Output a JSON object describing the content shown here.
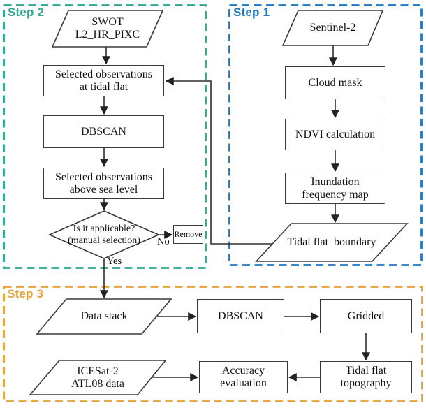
{
  "colors": {
    "step1": "#1e78c2",
    "step2": "#2ca88c",
    "step3": "#e6a33d"
  },
  "steps": {
    "step1": {
      "label": "Step 1"
    },
    "step2": {
      "label": "Step 2"
    },
    "step3": {
      "label": "Step 3"
    }
  },
  "nodes": {
    "swot": {
      "label": "SWOT\nL2_HR_PIXC",
      "shape": "parallelogram"
    },
    "selected_tidal": {
      "label": "Selected observations\nat tidal flat",
      "shape": "rect"
    },
    "dbscan_step2": {
      "label": "DBSCAN",
      "shape": "rect"
    },
    "selected_sea": {
      "label": "Selected observations\nabove sea level",
      "shape": "rect"
    },
    "applicable": {
      "label": "Is it applicable?\n(manual selection)",
      "shape": "diamond"
    },
    "remove": {
      "label": "Remove",
      "shape": "rect"
    },
    "sentinel": {
      "label": "Sentinel-2",
      "shape": "parallelogram"
    },
    "cloud_mask": {
      "label": "Cloud mask",
      "shape": "rect"
    },
    "ndvi": {
      "label": "NDVI calculation",
      "shape": "rect"
    },
    "inundation": {
      "label": "Inundation\nfrequency map",
      "shape": "rect"
    },
    "boundary": {
      "label": "Tidal flat  boundary",
      "shape": "parallelogram"
    },
    "data_stack": {
      "label": "Data stack",
      "shape": "parallelogram"
    },
    "dbscan_step3": {
      "label": "DBSCAN",
      "shape": "rect"
    },
    "gridded": {
      "label": "Gridded",
      "shape": "rect"
    },
    "topography": {
      "label": "Tidal flat\ntopography",
      "shape": "rect"
    },
    "accuracy": {
      "label": "Accuracy\nevaluation",
      "shape": "rect"
    },
    "icesat": {
      "label": "ICESat-2\nATL08 data",
      "shape": "parallelogram"
    }
  },
  "edge_labels": {
    "yes": "Yes",
    "no": "No"
  }
}
